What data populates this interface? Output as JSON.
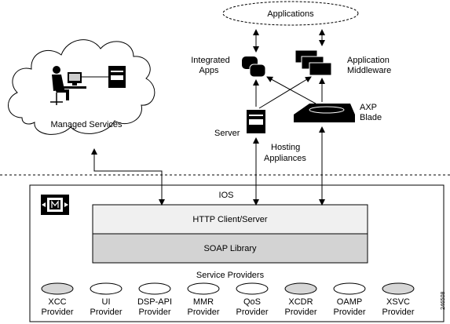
{
  "top": {
    "applications_label": "Applications",
    "integrated_apps_label": [
      "Integrated",
      "Apps"
    ],
    "application_middleware_label": [
      "Application",
      "Middleware"
    ],
    "axp_blade_label": [
      "AXP",
      "Blade"
    ],
    "server_label": "Server",
    "hosting_appliances_label": [
      "Hosting",
      "Appliances"
    ],
    "managed_services_label": "Managed Services"
  },
  "ios": {
    "title": "IOS",
    "http_layer_label": "HTTP Client/Server",
    "soap_layer_label": "SOAP Library",
    "service_providers_title": "Service Providers",
    "providers": [
      {
        "name": "XCC",
        "sub": "Provider",
        "shaded": true
      },
      {
        "name": "UI",
        "sub": "Provider",
        "shaded": false
      },
      {
        "name": "DSP-API",
        "sub": "Provider",
        "shaded": false
      },
      {
        "name": "MMR",
        "sub": "Provider",
        "shaded": false
      },
      {
        "name": "QoS",
        "sub": "Provider",
        "shaded": false
      },
      {
        "name": "XCDR",
        "sub": "Provider",
        "shaded": true
      },
      {
        "name": "OAMP",
        "sub": "Provider",
        "shaded": false
      },
      {
        "name": "XSVC",
        "sub": "Provider",
        "shaded": true
      }
    ]
  },
  "figure_id": "246508",
  "colors": {
    "http_fill": "#f0f0f0",
    "soap_fill": "#d3d3d3",
    "provider_shaded": "#d6d6d6",
    "provider_plain": "#ffffff",
    "line": "#000000"
  }
}
